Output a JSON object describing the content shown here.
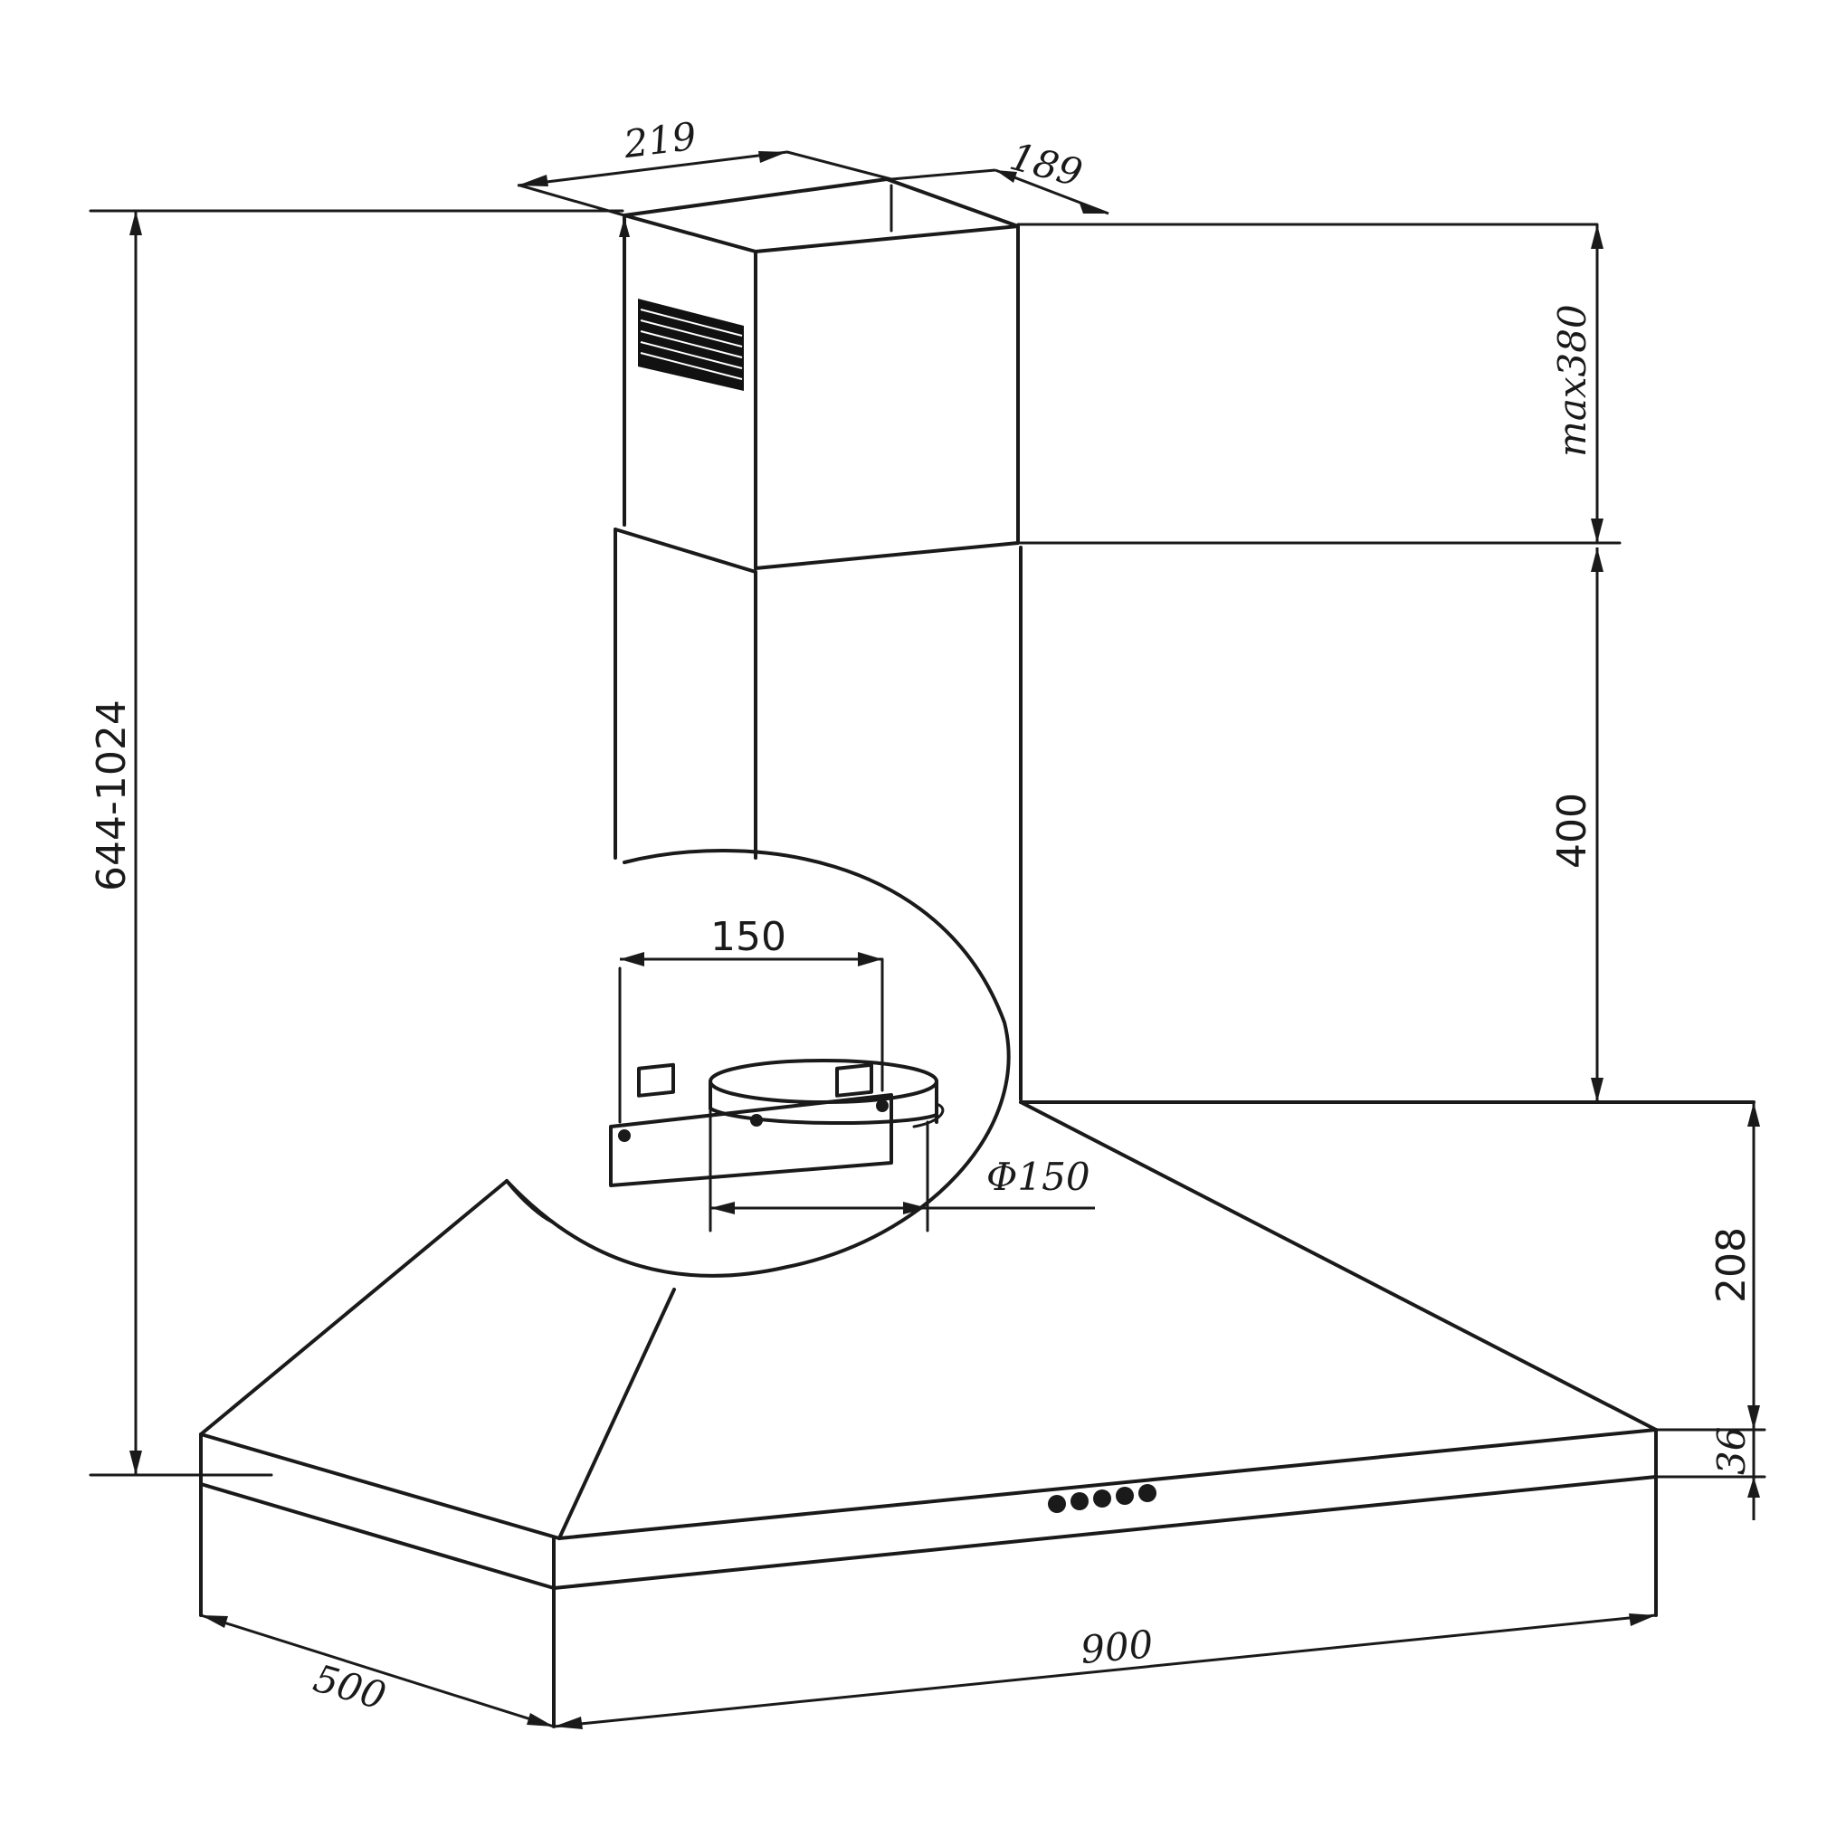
{
  "dimensions": {
    "top_width": "219",
    "top_depth": "189",
    "total_height": "644-1024",
    "upper_chimney": "max380",
    "lower_chimney": "400",
    "outlet_width": "150",
    "outlet_diameter": "Φ150",
    "canopy_height": "208",
    "base_height": "36",
    "base_width": "900",
    "base_depth": "500"
  },
  "colors": {
    "line": "#1a1a1a",
    "background": "#ffffff"
  },
  "icons": {
    "control_buttons": "five-dot-control-panel",
    "vent_grille": "striped-vent-grille"
  }
}
